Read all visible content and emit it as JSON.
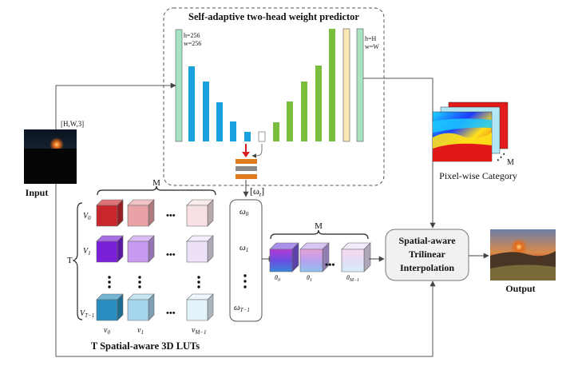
{
  "predictor": {
    "title": "Self-adaptive two-head weight predictor",
    "left_dims": [
      "h=256",
      "w=256"
    ],
    "right_dims": [
      "h=H",
      "w=W"
    ],
    "omega_t": "[ω",
    "omega_t_sub": "t",
    "omega_t_close": "]"
  },
  "input": {
    "label": "Input",
    "shape": "[H,W,3]"
  },
  "output": {
    "label": "Output"
  },
  "category": {
    "label": "Pixel-wise Category",
    "m": "M"
  },
  "luts": {
    "title": "T Spatial-aware 3D LUTs",
    "m_label": "M",
    "t_label": "T",
    "rows": [
      {
        "label": "V",
        "sub": "0"
      },
      {
        "label": "V",
        "sub": "1"
      },
      {
        "label": "V",
        "sub": "T−1"
      }
    ],
    "cols": [
      {
        "label": "v",
        "sub": "0"
      },
      {
        "label": "v",
        "sub": "1"
      },
      {
        "label": "v",
        "sub": "M−1"
      }
    ],
    "ellipsis": "•••",
    "colors": [
      [
        "#c8282d",
        "#e9a3a7",
        "#f7e1e3"
      ],
      [
        "#7a20d8",
        "#c79af0",
        "#ece1f8"
      ],
      [
        "#2a8fc0",
        "#a6d6ee",
        "#e4f2fa"
      ]
    ]
  },
  "weights": {
    "items": [
      {
        "label": "ω",
        "sub": "0"
      },
      {
        "label": "ω",
        "sub": "1"
      },
      {
        "label": "ω",
        "sub": "T−1"
      }
    ]
  },
  "fused": {
    "m_label": "M",
    "thetas": [
      {
        "label": "θ",
        "sub": "0"
      },
      {
        "label": "θ",
        "sub": "1"
      },
      {
        "label": "θ",
        "sub": "M−1"
      }
    ],
    "ellipsis": "•••"
  },
  "interp": {
    "lines": [
      "Spatial-aware",
      "Trilinear",
      "Interpolation"
    ]
  }
}
